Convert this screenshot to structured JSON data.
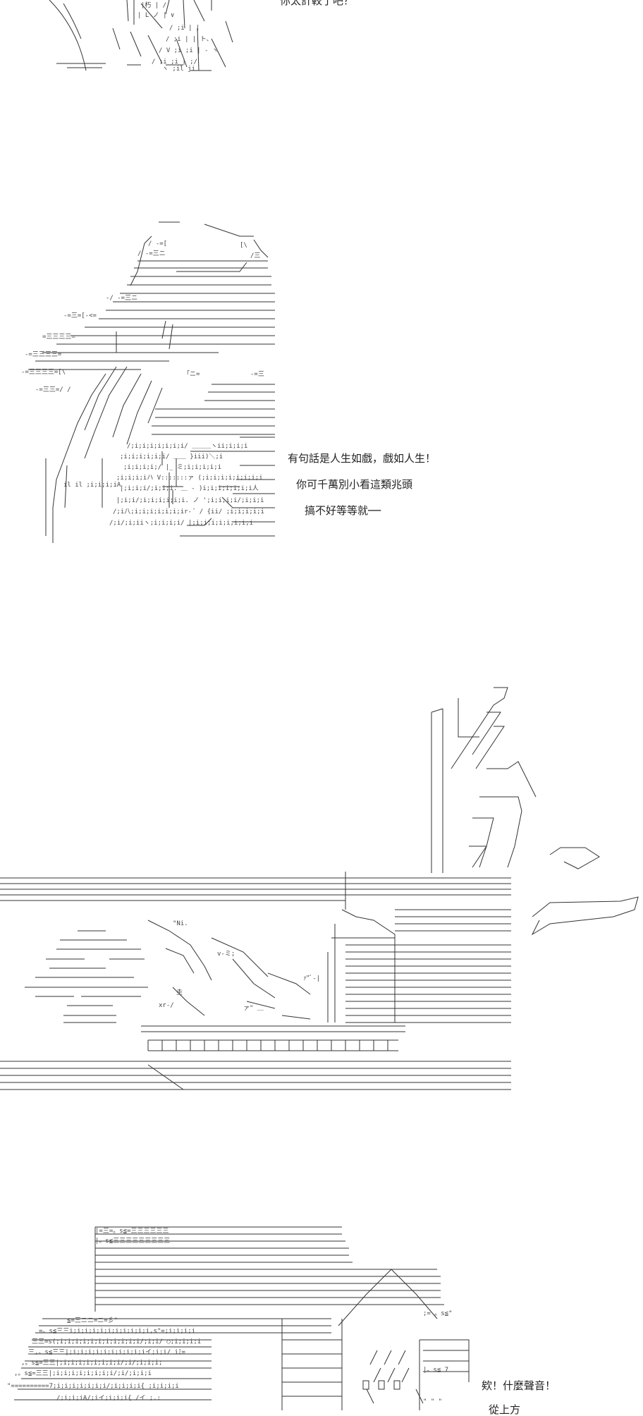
{
  "panels": [
    {
      "id": "panel-1",
      "lines": [
        "你太計較了吧？"
      ]
    },
    {
      "id": "panel-2",
      "lines": [
        "有句話是人生如戲，戲如人生！",
        "你可千萬別小看這類兆頭",
        "搞不好等等就──"
      ]
    },
    {
      "id": "panel-3",
      "lines": []
    },
    {
      "id": "panel-4",
      "lines": [
        "欸！什麼聲音！",
        "從上方"
      ]
    }
  ],
  "colors": {
    "background": "#ffffff",
    "ink": "#222222"
  }
}
